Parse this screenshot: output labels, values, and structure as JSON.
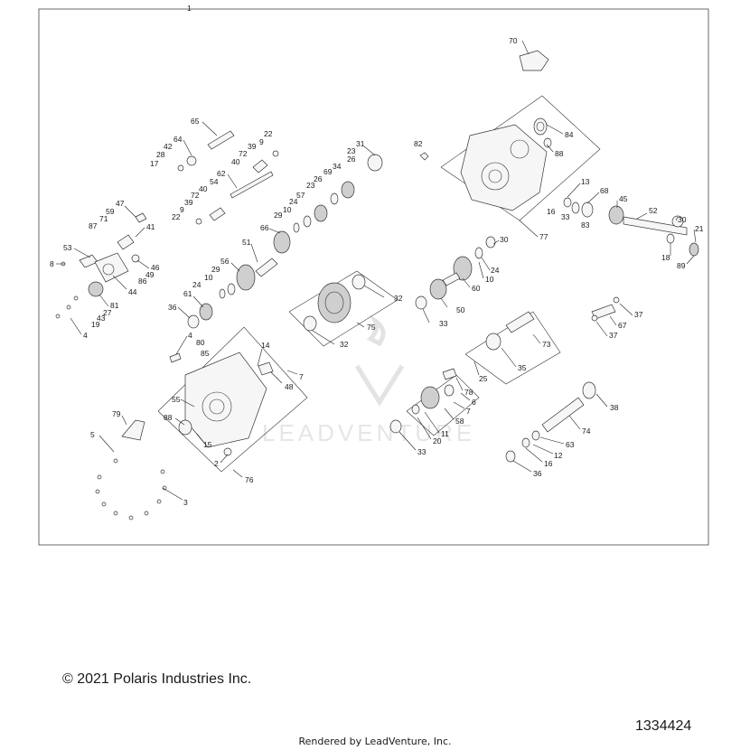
{
  "copyright": "© 2021 Polaris Industries Inc.",
  "diagram_number": "1334424",
  "rendered_by": "Rendered by LeadVenture, Inc.",
  "watermark": "LEADVENTURE",
  "callouts": {
    "c1": "1",
    "c70": "70",
    "c84": "84",
    "c88a": "88",
    "c82": "82",
    "c77": "77",
    "c13": "13",
    "c16a": "16",
    "c33a": "33",
    "c68": "68",
    "c45": "45",
    "c83": "83",
    "c52": "52",
    "c30a": "30",
    "c21": "21",
    "c18": "18",
    "c89": "89",
    "c65": "65",
    "c64": "64",
    "c42": "42",
    "c28": "28",
    "c17": "17",
    "c22a": "22",
    "c9a": "9",
    "c39a": "39",
    "c72a": "72",
    "c40a": "40",
    "c62": "62",
    "c54": "54",
    "c40b": "40",
    "c72b": "72",
    "c39b": "39",
    "c9b": "9",
    "c22b": "22",
    "c31": "31",
    "c23a": "23",
    "c26a": "26",
    "c34": "34",
    "c69": "69",
    "c26b": "26",
    "c57": "57",
    "c23b": "23",
    "c24a": "24",
    "c10a": "10",
    "c29a": "29",
    "c66": "66",
    "c47": "47",
    "c59": "59",
    "c87": "87",
    "c71": "71",
    "c41": "41",
    "c53": "53",
    "c8": "8",
    "c46": "46",
    "c49": "49",
    "c86": "86",
    "c44": "44",
    "c81": "81",
    "c27": "27",
    "c43": "43",
    "c19": "19",
    "c4a": "4",
    "c51": "51",
    "c56": "56",
    "c29b": "29",
    "c10b": "10",
    "c24b": "24",
    "c61": "61",
    "c36a": "36",
    "c32a": "32",
    "c75": "75",
    "c32b": "32",
    "c30b": "30",
    "c24c": "24",
    "c10c": "10",
    "c60": "60",
    "c50": "50",
    "c33b": "33",
    "c37a": "37",
    "c67": "67",
    "c37b": "37",
    "c73": "73",
    "c35": "35",
    "c25": "25",
    "c78": "78",
    "c6": "6",
    "c7a": "7",
    "c58": "58",
    "c11": "11",
    "c20": "20",
    "c33c": "33",
    "c38": "38",
    "c74": "74",
    "c63": "63",
    "c12": "12",
    "c16b": "16",
    "c36b": "36",
    "c4b": "4",
    "c80": "80",
    "c85": "85",
    "c14": "14",
    "c48": "48",
    "c7b": "7",
    "c55": "55",
    "c88b": "88",
    "c15": "15",
    "c2": "2",
    "c76": "76",
    "c79": "79",
    "c5": "5",
    "c3": "3"
  }
}
